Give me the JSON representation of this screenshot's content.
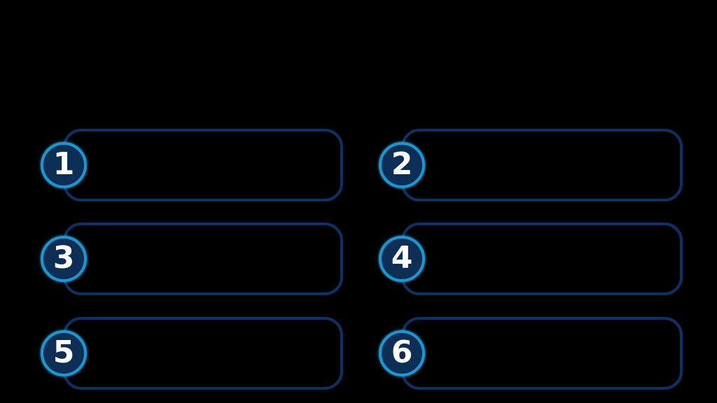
{
  "canvas": {
    "background": "#000000"
  },
  "colors": {
    "canvas_bg": "#000000",
    "box_border": "#0e3161",
    "badge_fill": "#0d2f55",
    "badge_ring": "#1e96d2",
    "badge_number": "#ffffff"
  },
  "steps": [
    {
      "number": "1"
    },
    {
      "number": "2"
    },
    {
      "number": "3"
    },
    {
      "number": "4"
    },
    {
      "number": "5"
    },
    {
      "number": "6"
    }
  ]
}
